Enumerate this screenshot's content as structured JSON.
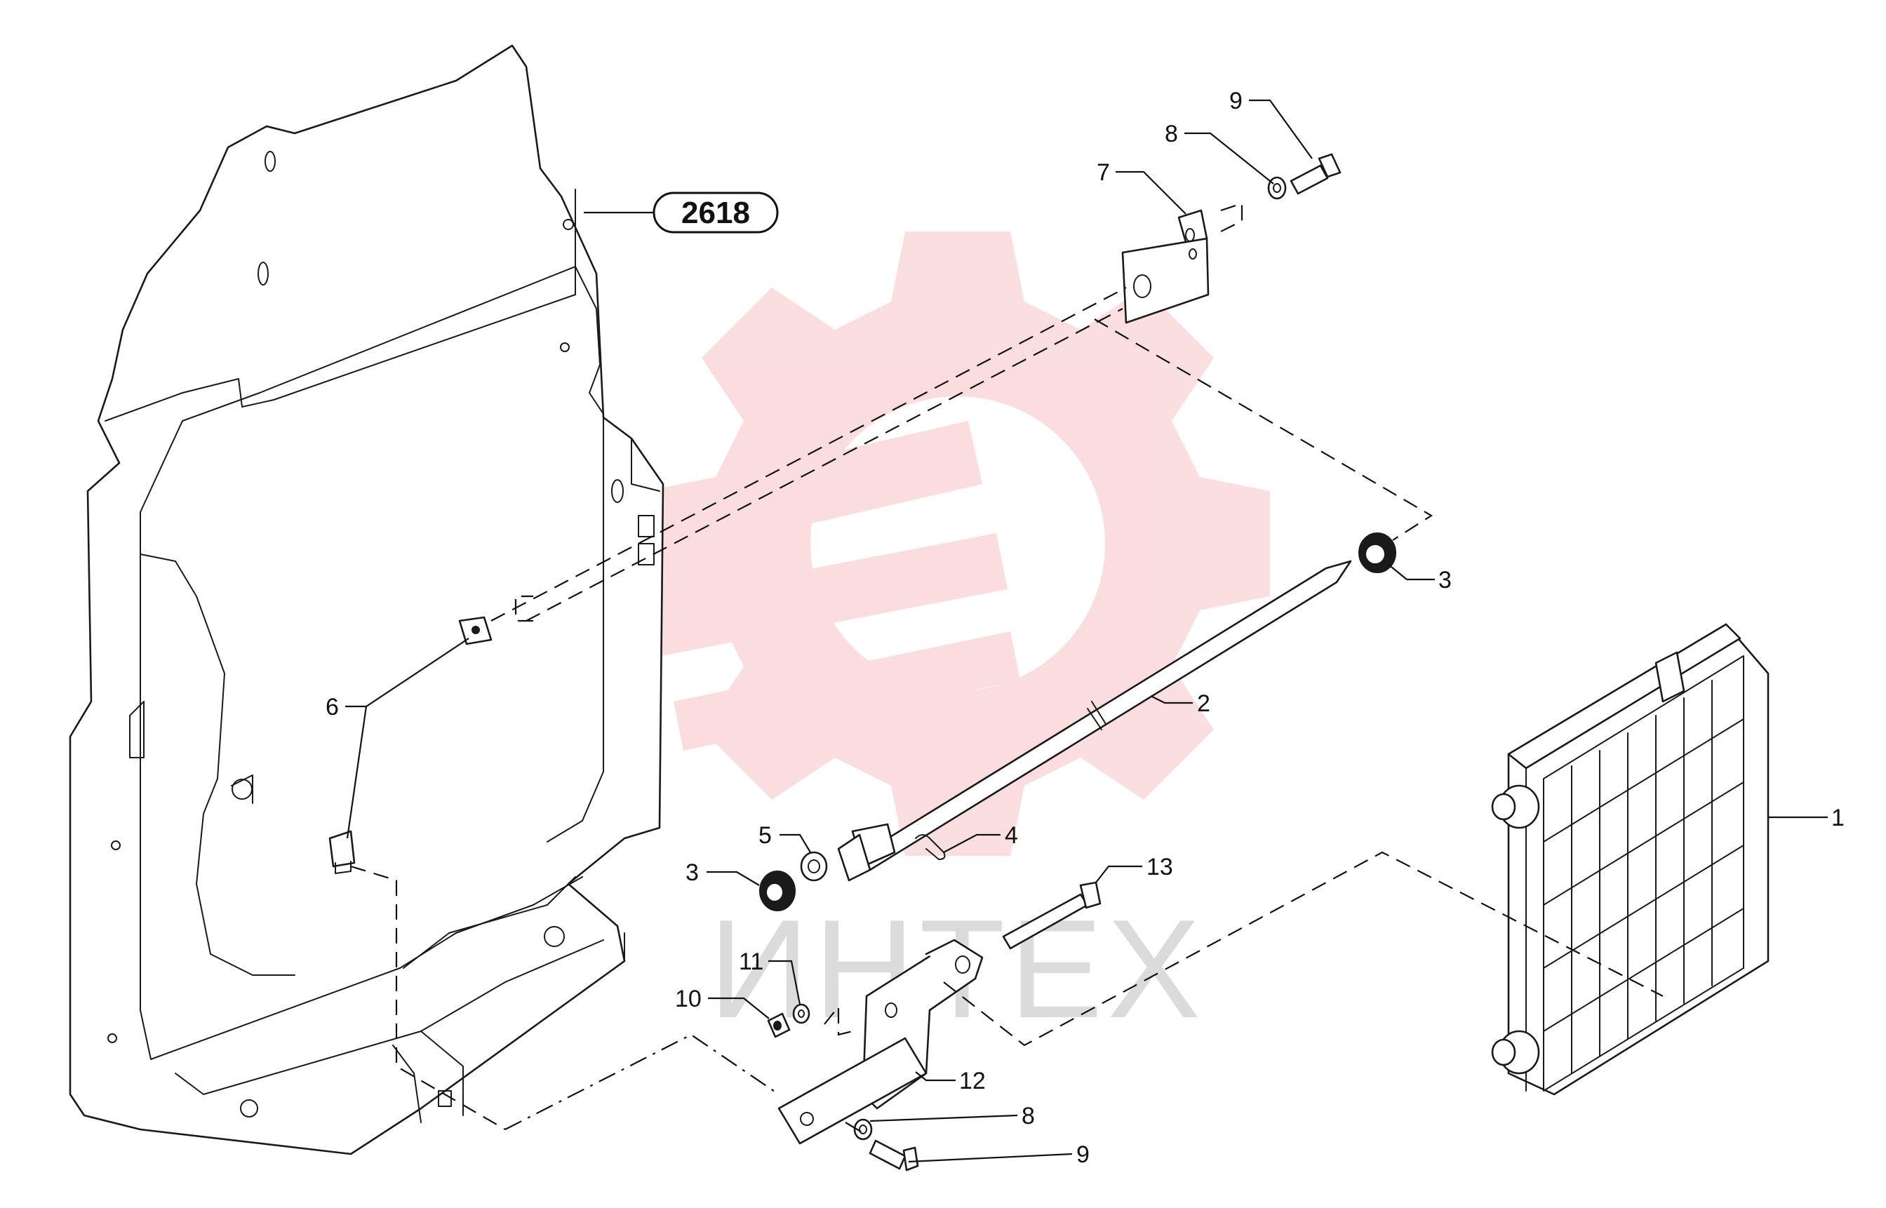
{
  "diagram": {
    "reference_label": "2618",
    "watermark_text": "ИНТЕХ",
    "colors": {
      "line": "#1a1a1a",
      "watermark_red": "#e8323c",
      "watermark_gray": "#9a9a9a"
    },
    "callouts": [
      {
        "id": "c1",
        "label": "1"
      },
      {
        "id": "c2",
        "label": "2"
      },
      {
        "id": "c3a",
        "label": "3"
      },
      {
        "id": "c3b",
        "label": "3"
      },
      {
        "id": "c4",
        "label": "4"
      },
      {
        "id": "c5",
        "label": "5"
      },
      {
        "id": "c6",
        "label": "6"
      },
      {
        "id": "c7",
        "label": "7"
      },
      {
        "id": "c8a",
        "label": "8"
      },
      {
        "id": "c8b",
        "label": "8"
      },
      {
        "id": "c9a",
        "label": "9"
      },
      {
        "id": "c9b",
        "label": "9"
      },
      {
        "id": "c10",
        "label": "10"
      },
      {
        "id": "c11",
        "label": "11"
      },
      {
        "id": "c12",
        "label": "12"
      },
      {
        "id": "c13",
        "label": "13"
      }
    ]
  }
}
